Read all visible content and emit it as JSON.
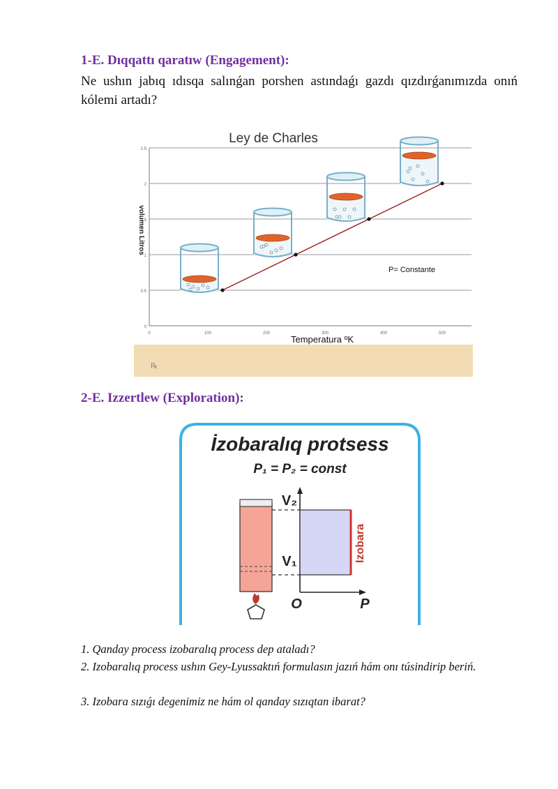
{
  "section1": {
    "heading": "1-E. Dıqqattı qaratıw (Engagement):",
    "question": "Ne ushın jabıq ıdısqa salınǵan  porshen astındaǵı gazdı qızdırǵanımızda onıń kólemi artadı?"
  },
  "chart": {
    "title": "Ley  de Charles",
    "ylabel": "volumen Litros",
    "xlabel": "Temperatura ºK",
    "annotation": "P= Constante",
    "x_ticks": [
      "0",
      "100",
      "200",
      "300",
      "400",
      "500"
    ],
    "y_ticks": [
      "0",
      "0.5",
      "1",
      "1.5",
      "2",
      "2.5"
    ],
    "footer_mark": "℞"
  },
  "chart_data": {
    "type": "line",
    "title": "Ley  de Charles",
    "xlabel": "Temperatura ºK",
    "ylabel": "volumen Litros",
    "xlim": [
      0,
      550
    ],
    "ylim": [
      0,
      2.5
    ],
    "grid": true,
    "x": [
      125,
      250,
      375,
      500
    ],
    "y": [
      0.5,
      1.0,
      1.5,
      2.0
    ],
    "annotations": [
      "P= Constante"
    ]
  },
  "section2": {
    "heading": "2-E. Izzertlew (Exploration):"
  },
  "diagram": {
    "title": "İzobaralıq protsess",
    "formula": "P₁ = P₂ = const",
    "v2": "V₂",
    "v1": "V₁",
    "origin": "O",
    "p_axis": "P",
    "line_label": "Izobara"
  },
  "questions": [
    "1. Qanday process izobaralıq process dep ataladı?",
    "2. Izobaralıq process ushın Gey-Lyussaktıń formulasın jazıń hám onı túsindirip beriń.",
    "3. Izobara sızıǵı degenimiz ne hám ol qanday sızıqtan ibarat?"
  ]
}
